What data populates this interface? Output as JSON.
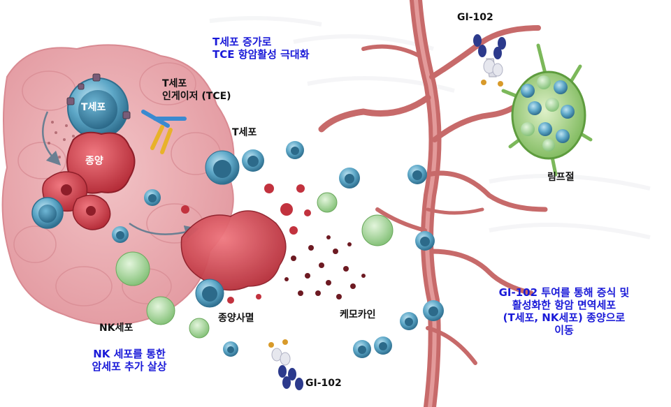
{
  "colors": {
    "tissue": "#e9a9ae",
    "tumor": "#d6404c",
    "tumor_dark": "#a8202c",
    "t_cell": "#4a95b8",
    "t_cell_light": "#9fd0e6",
    "nk_cell": "#a7d69c",
    "vessel": "#c76a6a",
    "lymph_node": "#8cc66a",
    "antibody_blue": "#2c3a8c",
    "annotation_blue": "#1a1ad8"
  },
  "labels": {
    "t_cell_inner": "T세포",
    "tumor_inner": "종양",
    "tce_line1": "T세포",
    "tce_line2": "인게이저 (TCE)",
    "t_cell": "T세포",
    "lymph_node": "림프절",
    "nk_cell": "NK세포",
    "tumor_death": "종양사멸",
    "chemokine": "케모카인",
    "gi102_top": "GI-102",
    "gi102_bottom": "GI-102"
  },
  "annotations": {
    "tce_effect_line1": "T세포 증가로",
    "tce_effect_line2": "TCE 항암활성 극대화",
    "nk_effect_line1": "NK 세포를 통한",
    "nk_effect_line2": "암세포 추가 살상",
    "gi102_effect_line1": "GI-102 투여를 통해 증식 및",
    "gi102_effect_line2": "활성화한  항암 면역세포",
    "gi102_effect_line3": "(T세포, NK세포) 종양으로",
    "gi102_effect_line4": "이동"
  }
}
